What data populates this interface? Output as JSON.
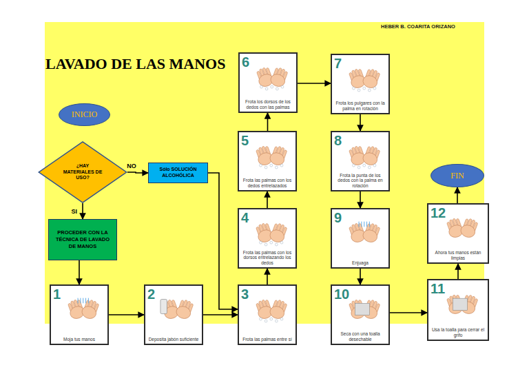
{
  "diagram": {
    "title": "LAVADO DE LAS MANOS",
    "nodes": [
      {
        "text": [
          "INICIO"
        ]
      },
      {
        "text": [
          "¿HAY MATERIALES DE USO?"
        ]
      },
      {
        "text": [
          "Sólo SOLUCIÓN ALCOHÓLICA"
        ]
      },
      {
        "text": [
          "PROCEDER CON LA TÉCNICA DE LAVADO DE MANOS"
        ]
      },
      {
        "text": [
          "1",
          "Moja tus manos"
        ]
      },
      {
        "text": [
          "2",
          "Deposita jabón suficiente"
        ]
      },
      {
        "text": [
          "3",
          "Frota las palmas entre sí"
        ]
      },
      {
        "text": [
          "4",
          "Frota las palmas con los dorsos entrelazando los dedos"
        ]
      },
      {
        "text": [
          "5",
          "Frota las palmas con los dedos entrelazados"
        ]
      },
      {
        "text": [
          "6",
          "Frota los dorsos de los dedos con las palmas"
        ]
      },
      {
        "text": [
          "7",
          "Frota los pulgares con la palma en rotación"
        ]
      },
      {
        "text": [
          "8",
          "Frota la punta de los dedos con la palma en rotación"
        ]
      },
      {
        "text": [
          "9",
          "Enjuaga"
        ]
      },
      {
        "text": [
          "10",
          "Seca con una toalla desechable"
        ]
      },
      {
        "text": [
          "11",
          "Usa la toalla para cerrar el grifo"
        ]
      },
      {
        "text": [
          "12",
          "Ahora tus manos están limpias"
        ]
      },
      {
        "text": [
          "FIN"
        ]
      }
    ],
    "edges": [
      {
        "from": 1,
        "to": 3,
        "label": "SI",
        "arrow": "to"
      },
      {
        "from": 1,
        "to": 2,
        "label": "NO",
        "arrow": "to"
      },
      {
        "from": 3,
        "to": 4,
        "arrow": "to"
      },
      {
        "from": 2,
        "to": 6,
        "arrow": "to"
      },
      {
        "from": 4,
        "to": 5,
        "arrow": "to"
      },
      {
        "from": 5,
        "to": 6,
        "arrow": "to"
      },
      {
        "from": 6,
        "to": 7,
        "arrow": "to"
      },
      {
        "from": 7,
        "to": 8,
        "arrow": "to"
      },
      {
        "from": 8,
        "to": 9,
        "arrow": "to"
      },
      {
        "from": 9,
        "to": 10,
        "arrow": "to"
      },
      {
        "from": 10,
        "to": 11,
        "arrow": "to"
      },
      {
        "from": 11,
        "to": 12,
        "arrow": "to"
      },
      {
        "from": 12,
        "to": 13,
        "arrow": "to"
      },
      {
        "from": 13,
        "to": 14,
        "arrow": "to"
      },
      {
        "from": 14,
        "to": 15,
        "arrow": "to"
      },
      {
        "from": 15,
        "to": 16,
        "arrow": "to"
      }
    ],
    "labels": [
      "HEBER B. COARITA ORIZANO"
    ]
  }
}
